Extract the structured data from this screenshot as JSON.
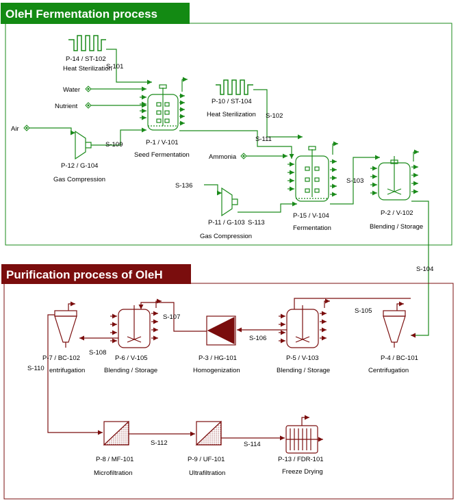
{
  "colors": {
    "green": "#1a8a1a",
    "maroon": "#7a0d0d",
    "title_green": "#138a13",
    "title_maroon": "#7a0d0d"
  },
  "sections": {
    "fermentation": "OleH Fermentation process",
    "purification": "Purification process of OleH"
  },
  "inputs": {
    "water": "Water",
    "nutrient": "Nutrient",
    "air": "Air",
    "ammonia": "Ammonia",
    "s136": "S-136"
  },
  "units": {
    "p14": {
      "id": "P-14 / ST-102",
      "name": "Heat Sterilization"
    },
    "p10": {
      "id": "P-10 / ST-104",
      "name": "Heat Sterilization"
    },
    "p1": {
      "id": "P-1 / V-101",
      "name": "Seed Fermentation"
    },
    "p12": {
      "id": "P-12 / G-104",
      "name": "Gas Compression"
    },
    "p11": {
      "id": "P-11 / G-103",
      "name": "Gas Compression"
    },
    "p15": {
      "id": "P-15 / V-104",
      "name": "Fermentation"
    },
    "p2": {
      "id": "P-2 / V-102",
      "name": "Blending / Storage"
    },
    "p7": {
      "id": "P-7 / BC-102",
      "name": "entrifugation"
    },
    "p6": {
      "id": "P-6 / V-105",
      "name": "Blending / Storage"
    },
    "p3": {
      "id": "P-3 / HG-101",
      "name": "Homogenization"
    },
    "p5": {
      "id": "P-5 / V-103",
      "name": "Blending / Storage"
    },
    "p4": {
      "id": "P-4 / BC-101",
      "name": "Centrifugation"
    },
    "p8": {
      "id": "P-8 / MF-101",
      "name": "Microfiltration"
    },
    "p9": {
      "id": "P-9 / UF-101",
      "name": "Ultrafiltration"
    },
    "p13": {
      "id": "P-13 / FDR-101",
      "name": "Freeze Drying"
    }
  },
  "streams": {
    "s101": "S-101",
    "s102": "S-102",
    "s103": "S-103",
    "s104": "S-104",
    "s105": "S-105",
    "s106": "S-106",
    "s107": "S-107",
    "s108": "S-108",
    "s109": "S-109",
    "s110": "S-110",
    "s111": "S-111",
    "s112": "S-112",
    "s113": "S-113",
    "s114": "S-114"
  }
}
